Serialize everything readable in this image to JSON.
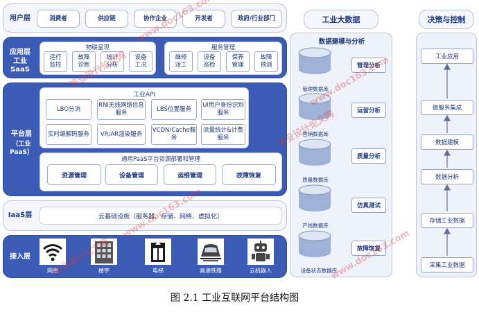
{
  "user_layer": {
    "label": "用户层",
    "items": [
      "消费者",
      "供应链",
      "协作企业",
      "开发者",
      "政府/行业部门"
    ]
  },
  "app_layer": {
    "label_line1": "应用层",
    "label_line2": "工业SaaS",
    "iot_group": {
      "title": "物联呈现",
      "items": [
        "运行\n监控",
        "故障\n诊断",
        "统计\n分析",
        "设备\n工况"
      ]
    },
    "service_group": {
      "title": "服务管理",
      "items": [
        "维修\n派工",
        "设备\n巡检",
        "保养\n管理",
        "故障\n预测"
      ]
    }
  },
  "platform_layer": {
    "label_line1": "平台层",
    "label_line2": "（工业PaaS）",
    "api_title": "工业API",
    "api_items": [
      "LBO分流",
      "RNI无线网络信息服务",
      "LBS位置服务",
      "UI用户身份识别服务",
      "实时编解码服务",
      "VR/AR渲染服务",
      "VCDN/Cache服务",
      "流量统计&计费服务"
    ],
    "resource_title": "通用PaaS平台资源部署和管理",
    "resource_items": [
      "资源管理",
      "设备管理",
      "运维管理",
      "故障恢复"
    ]
  },
  "iaas_layer": {
    "label": "IaaS层",
    "content": "云基础设施（服务器、存储、网络、虚拟化）"
  },
  "access_layer": {
    "label": "接入层",
    "items": [
      {
        "icon": "wifi-icon",
        "label": "网络"
      },
      {
        "icon": "building-icon",
        "label": "楼宇"
      },
      {
        "icon": "elevator-icon",
        "label": "电梯"
      },
      {
        "icon": "train-icon",
        "label": "高速铁路"
      },
      {
        "icon": "robot-icon",
        "label": "云机器人"
      }
    ]
  },
  "big_data": {
    "header": "工业大数据",
    "title": "数据建模与分析",
    "rows": [
      {
        "db": "管理数据库",
        "analysis": "管理分析"
      },
      {
        "db": "营销数据库",
        "analysis": "运营分析"
      },
      {
        "db": "质量数据库",
        "analysis": "质量分析"
      },
      {
        "db": "产线数据库",
        "analysis": "仿真测试"
      },
      {
        "db": "设备状态数据库",
        "analysis": "故障恢复"
      }
    ]
  },
  "decision": {
    "header": "决策与控制",
    "items": [
      "工业应用",
      "微服务集成",
      "数据建模",
      "数据分析",
      "存储工业数据",
      "采集工业数据"
    ]
  },
  "caption": "图 2.1  工业互联网平台结构图",
  "watermarks": [
    "毕业设计论文网",
    "www.doc163.com"
  ],
  "colors": {
    "dark_layer": "#3b5bb5",
    "light_layer": "#f4f6fb",
    "text": "#1f3a7a",
    "watermark": "#dc3c3c"
  }
}
